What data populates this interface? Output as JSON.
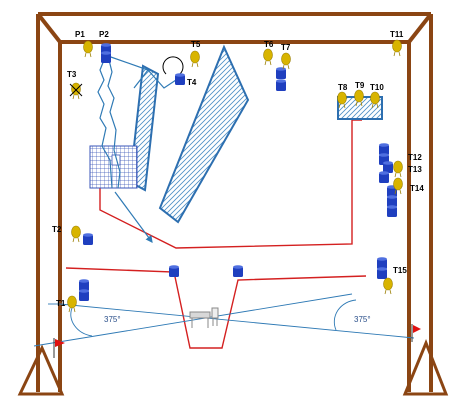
{
  "labels": {
    "P1": "P1",
    "P2": "P2",
    "T1": "T1",
    "T2": "T2",
    "T3": "T3",
    "T4": "T4",
    "T5": "T5",
    "T6": "T6",
    "T7": "T7",
    "T8": "T8",
    "T9": "T9",
    "T10": "T10",
    "T11": "T11",
    "T12": "T12",
    "T13": "T13",
    "T14": "T14",
    "T15": "T15"
  },
  "angles": {
    "left": "375°",
    "right": "375°"
  },
  "colors": {
    "frame": "#8b4513",
    "barrel": "#1f3fbf",
    "target": "#d8b400",
    "red_line": "#d42020",
    "blue_line": "#2f7ab5",
    "net": "#2d6fb0",
    "flag": "#e01010"
  },
  "icons": [
    "barrel-icon",
    "target-icon",
    "flag-icon",
    "table-icon",
    "net-mesh"
  ]
}
